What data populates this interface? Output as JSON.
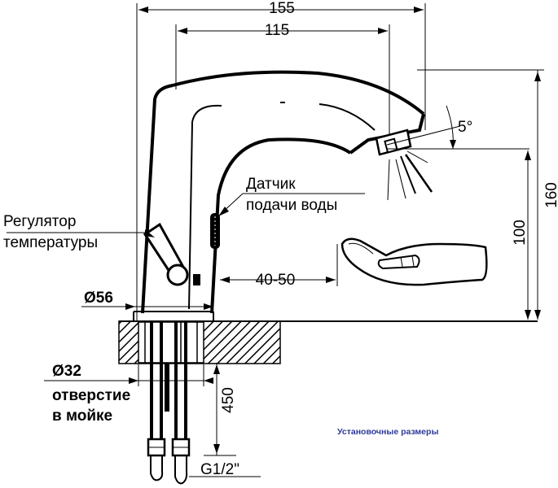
{
  "dimensions": {
    "overall_reach": "155",
    "spout_reach": "115",
    "spout_angle": "5°",
    "total_height": "160",
    "outlet_height": "100",
    "sensor_distance": "40-50",
    "base_diameter": "Ø56",
    "hose_length": "450",
    "hose_thread": "G1/2\""
  },
  "labels": {
    "sensor_line1": "Датчик",
    "sensor_line2": "подачи  воды",
    "regulator_line1": "Регулятор",
    "regulator_line2": "температуры",
    "hole_diameter": "Ø32",
    "hole_line1": "отверстие",
    "hole_line2": "в мойке"
  },
  "caption": "Установочные размеры",
  "colors": {
    "line": "#000000",
    "caption": "#2d3a99",
    "background": "#ffffff"
  }
}
